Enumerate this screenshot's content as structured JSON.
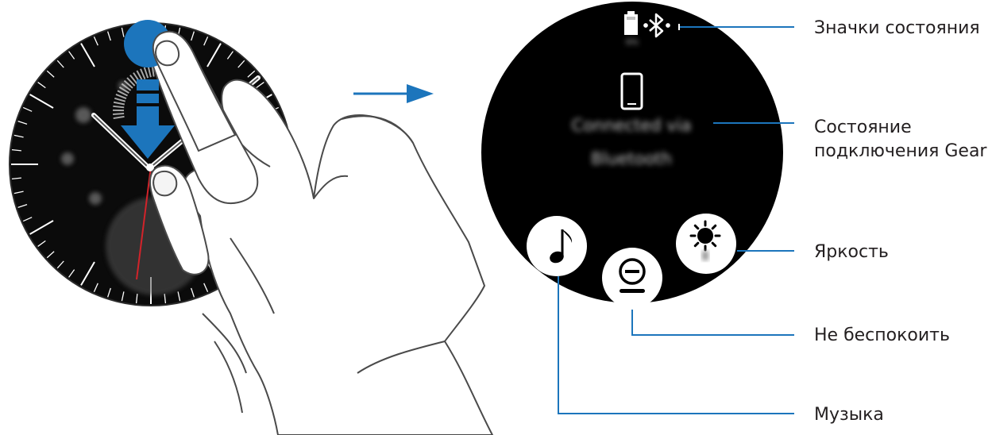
{
  "gear_panel": {
    "battery_percent": "6%",
    "connection_text_line1": "Connected via",
    "connection_text_line2": "Bluetooth"
  },
  "callouts": {
    "status_icons": "Значки состояния",
    "connection_state_line1": "Состояние",
    "connection_state_line2": "подключения Gear",
    "brightness": "Яркость",
    "do_not_disturb": "Не беспокоить",
    "music": "Музыка"
  },
  "icons": {
    "swipe_indicator": "swipe-down-arrow-icon",
    "next_arrow": "arrow-right-icon",
    "battery": "battery-icon",
    "bluetooth": "bluetooth-icon",
    "phone": "phone-icon",
    "music": "music-note-icon",
    "dnd": "minus-circle-icon",
    "brightness": "brightness-icon"
  },
  "colors": {
    "accent_blue": "#1c75bc",
    "watch_face": "#0b0b0b",
    "callout_line": "#1c75bc",
    "second_hand": "#d2232a"
  }
}
